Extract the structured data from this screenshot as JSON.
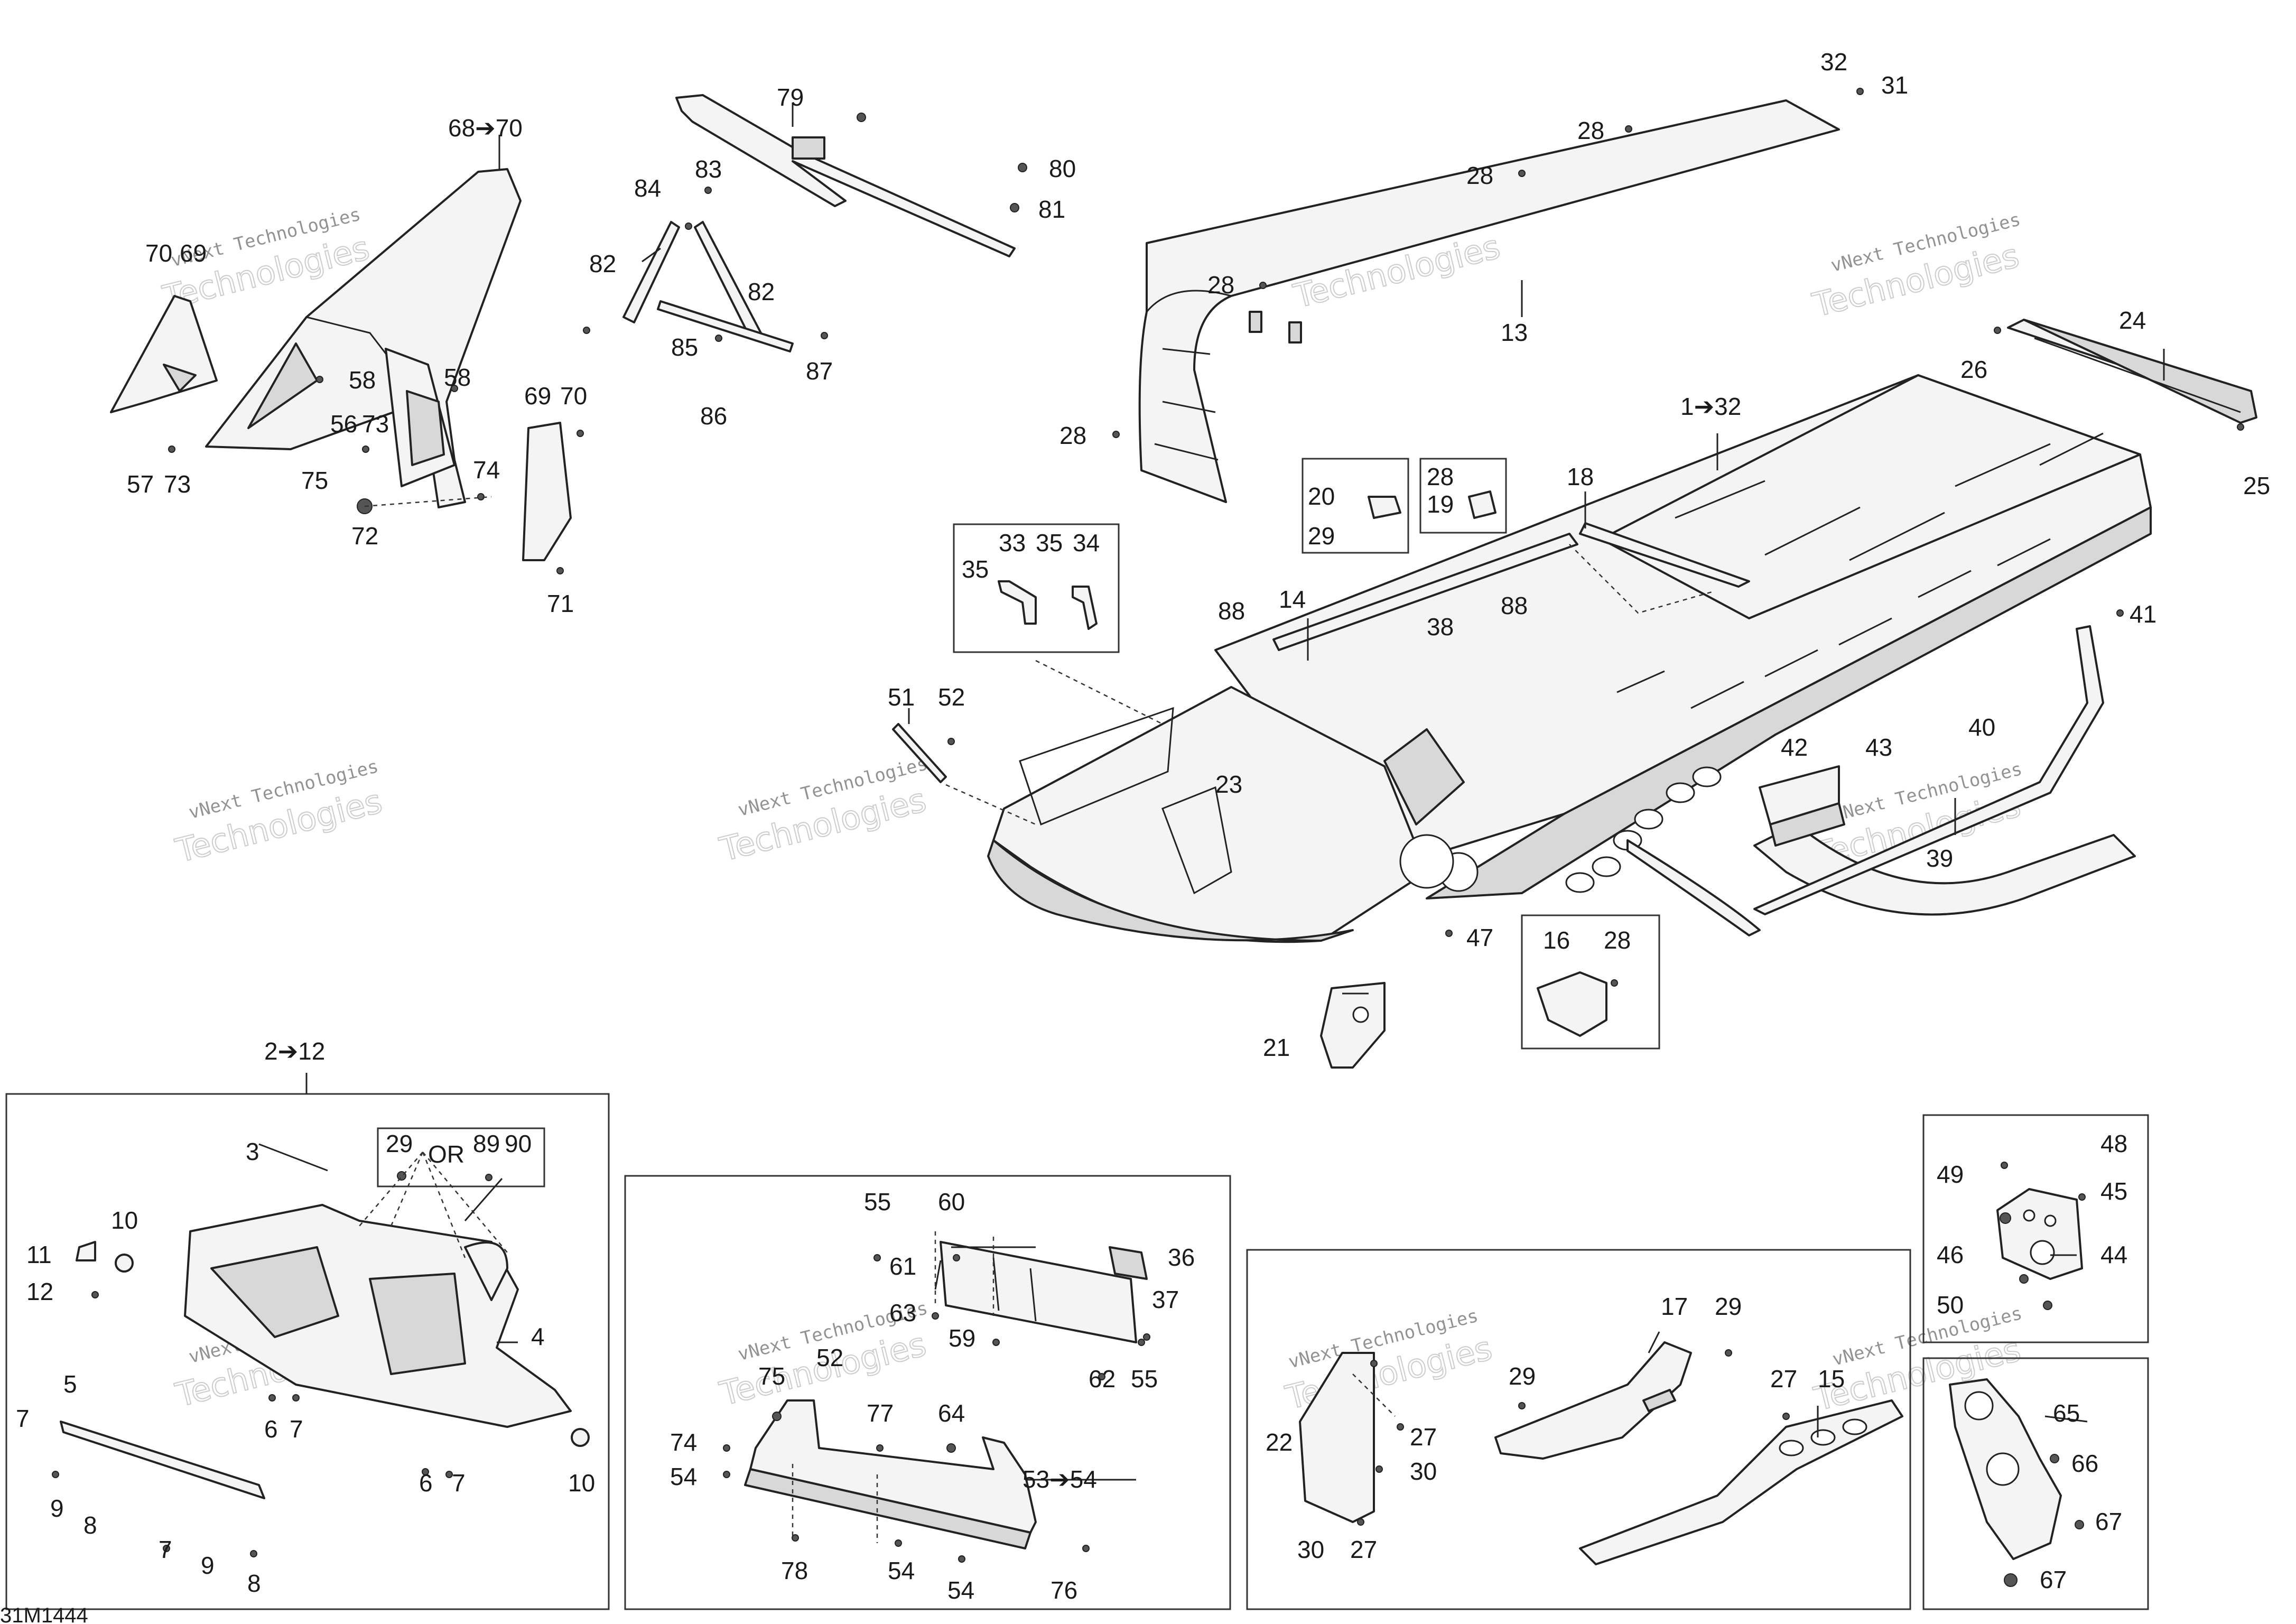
{
  "diagram": {
    "figure_code": "31M1444",
    "watermark_text": "vNext Technologies",
    "watermark_big": "Technologies",
    "panels": {
      "kit_2_12": "2➔12",
      "or_text": "OR"
    },
    "labels": [
      {
        "id": "l-32",
        "text": "32"
      },
      {
        "id": "l-31",
        "text": "31"
      },
      {
        "id": "l-28a",
        "text": "28"
      },
      {
        "id": "l-28b",
        "text": "28"
      },
      {
        "id": "l-28c",
        "text": "28"
      },
      {
        "id": "l-28d",
        "text": "28"
      },
      {
        "id": "l-13",
        "text": "13"
      },
      {
        "id": "l-24",
        "text": "24"
      },
      {
        "id": "l-26",
        "text": "26"
      },
      {
        "id": "l-25",
        "text": "25"
      },
      {
        "id": "l-1-32",
        "text": "1➔32"
      },
      {
        "id": "l-18",
        "text": "18"
      },
      {
        "id": "l-20",
        "text": "20"
      },
      {
        "id": "l-29a",
        "text": "29"
      },
      {
        "id": "l-28e",
        "text": "28"
      },
      {
        "id": "l-19",
        "text": "19"
      },
      {
        "id": "l-88a",
        "text": "88"
      },
      {
        "id": "l-88b",
        "text": "88"
      },
      {
        "id": "l-14",
        "text": "14"
      },
      {
        "id": "l-38",
        "text": "38"
      },
      {
        "id": "l-33",
        "text": "33"
      },
      {
        "id": "l-35a",
        "text": "35"
      },
      {
        "id": "l-35b",
        "text": "35"
      },
      {
        "id": "l-34",
        "text": "34"
      },
      {
        "id": "l-41",
        "text": "41"
      },
      {
        "id": "l-40",
        "text": "40"
      },
      {
        "id": "l-42",
        "text": "42"
      },
      {
        "id": "l-43",
        "text": "43"
      },
      {
        "id": "l-39",
        "text": "39"
      },
      {
        "id": "l-51",
        "text": "51"
      },
      {
        "id": "l-52",
        "text": "52"
      },
      {
        "id": "l-23",
        "text": "23"
      },
      {
        "id": "l-47",
        "text": "47"
      },
      {
        "id": "l-16",
        "text": "16"
      },
      {
        "id": "l-28f",
        "text": "28"
      },
      {
        "id": "l-21",
        "text": "21"
      },
      {
        "id": "l-68-70",
        "text": "68➔70"
      },
      {
        "id": "l-70a",
        "text": "70"
      },
      {
        "id": "l-69a",
        "text": "69"
      },
      {
        "id": "l-58a",
        "text": "58"
      },
      {
        "id": "l-58b",
        "text": "58"
      },
      {
        "id": "l-56",
        "text": "56"
      },
      {
        "id": "l-73a",
        "text": "73"
      },
      {
        "id": "l-57",
        "text": "57"
      },
      {
        "id": "l-73b",
        "text": "73"
      },
      {
        "id": "l-75a",
        "text": "75"
      },
      {
        "id": "l-74a",
        "text": "74"
      },
      {
        "id": "l-72",
        "text": "72"
      },
      {
        "id": "l-69b",
        "text": "69"
      },
      {
        "id": "l-70b",
        "text": "70"
      },
      {
        "id": "l-71",
        "text": "71"
      },
      {
        "id": "l-79",
        "text": "79"
      },
      {
        "id": "l-80",
        "text": "80"
      },
      {
        "id": "l-81",
        "text": "81"
      },
      {
        "id": "l-84",
        "text": "84"
      },
      {
        "id": "l-83",
        "text": "83"
      },
      {
        "id": "l-82a",
        "text": "82"
      },
      {
        "id": "l-82b",
        "text": "82"
      },
      {
        "id": "l-85",
        "text": "85"
      },
      {
        "id": "l-87",
        "text": "87"
      },
      {
        "id": "l-86",
        "text": "86"
      },
      {
        "id": "l-29b",
        "text": "29"
      },
      {
        "id": "l-89",
        "text": "89"
      },
      {
        "id": "l-90",
        "text": "90"
      },
      {
        "id": "l-3",
        "text": "3"
      },
      {
        "id": "l-10a",
        "text": "10"
      },
      {
        "id": "l-11",
        "text": "11"
      },
      {
        "id": "l-12",
        "text": "12"
      },
      {
        "id": "l-4",
        "text": "4"
      },
      {
        "id": "l-6a",
        "text": "6"
      },
      {
        "id": "l-7a",
        "text": "7"
      },
      {
        "id": "l-6b",
        "text": "6"
      },
      {
        "id": "l-7b",
        "text": "7"
      },
      {
        "id": "l-10b",
        "text": "10"
      },
      {
        "id": "l-5",
        "text": "5"
      },
      {
        "id": "l-7c",
        "text": "7"
      },
      {
        "id": "l-9a",
        "text": "9"
      },
      {
        "id": "l-8a",
        "text": "8"
      },
      {
        "id": "l-7d",
        "text": "7"
      },
      {
        "id": "l-9b",
        "text": "9"
      },
      {
        "id": "l-8b",
        "text": "8"
      },
      {
        "id": "l-55a",
        "text": "55"
      },
      {
        "id": "l-60",
        "text": "60"
      },
      {
        "id": "l-61",
        "text": "61"
      },
      {
        "id": "l-36",
        "text": "36"
      },
      {
        "id": "l-37",
        "text": "37"
      },
      {
        "id": "l-63",
        "text": "63"
      },
      {
        "id": "l-59",
        "text": "59"
      },
      {
        "id": "l-62",
        "text": "62"
      },
      {
        "id": "l-55b",
        "text": "55"
      },
      {
        "id": "l-75b",
        "text": "75"
      },
      {
        "id": "l-52b",
        "text": "52"
      },
      {
        "id": "l-77",
        "text": "77"
      },
      {
        "id": "l-64",
        "text": "64"
      },
      {
        "id": "l-74b",
        "text": "74"
      },
      {
        "id": "l-54a",
        "text": "54"
      },
      {
        "id": "l-53-54",
        "text": "53➔54"
      },
      {
        "id": "l-78",
        "text": "78"
      },
      {
        "id": "l-54b",
        "text": "54"
      },
      {
        "id": "l-54c",
        "text": "54"
      },
      {
        "id": "l-76",
        "text": "76"
      },
      {
        "id": "l-17",
        "text": "17"
      },
      {
        "id": "l-29c",
        "text": "29"
      },
      {
        "id": "l-29d",
        "text": "29"
      },
      {
        "id": "l-27a",
        "text": "27"
      },
      {
        "id": "l-15",
        "text": "15"
      },
      {
        "id": "l-22",
        "text": "22"
      },
      {
        "id": "l-27b",
        "text": "27"
      },
      {
        "id": "l-30a",
        "text": "30"
      },
      {
        "id": "l-30b",
        "text": "30"
      },
      {
        "id": "l-27c",
        "text": "27"
      },
      {
        "id": "l-48",
        "text": "48"
      },
      {
        "id": "l-49",
        "text": "49"
      },
      {
        "id": "l-45",
        "text": "45"
      },
      {
        "id": "l-46",
        "text": "46"
      },
      {
        "id": "l-44",
        "text": "44"
      },
      {
        "id": "l-50",
        "text": "50"
      },
      {
        "id": "l-65",
        "text": "65"
      },
      {
        "id": "l-66",
        "text": "66"
      },
      {
        "id": "l-67a",
        "text": "67"
      },
      {
        "id": "l-67b",
        "text": "67"
      }
    ]
  }
}
